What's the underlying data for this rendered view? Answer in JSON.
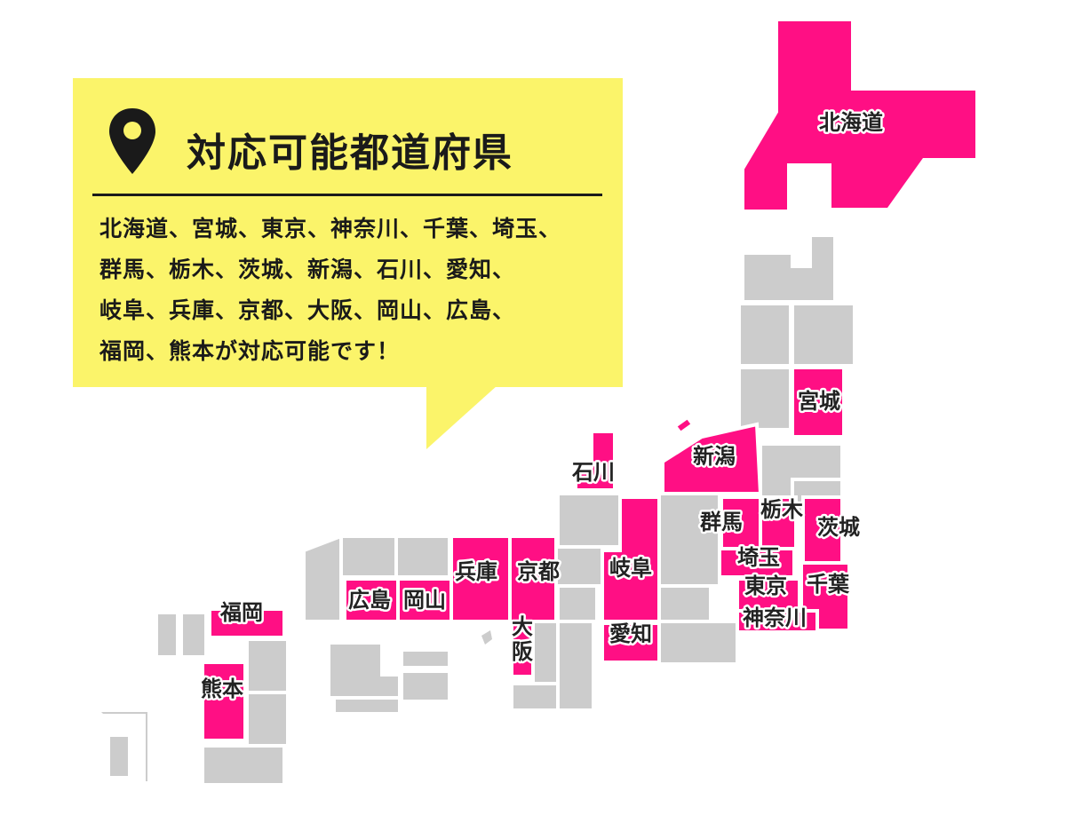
{
  "colors": {
    "highlight": "#ff0f84",
    "inactive": "#cccccc",
    "bubble": "#fbf46a",
    "text": "#1a1a1a",
    "label_outline": "#ffffff"
  },
  "callout": {
    "icon": "map-pin-icon",
    "title": "対応可能都道府県",
    "lines": [
      "北海道、宮城、東京、神奈川、千葉、埼玉、",
      "群馬、栃木、茨城、新潟、石川、愛知、",
      "岐阜、兵庫、京都、大阪、岡山、広島、",
      "福岡、熊本が対応可能です！"
    ]
  },
  "prefectures": [
    {
      "name": "北海道",
      "active": true
    },
    {
      "name": "宮城",
      "active": true
    },
    {
      "name": "新潟",
      "active": true
    },
    {
      "name": "石川",
      "active": true
    },
    {
      "name": "栃木",
      "active": true
    },
    {
      "name": "群馬",
      "active": true
    },
    {
      "name": "茨城",
      "active": true
    },
    {
      "name": "埼玉",
      "active": true
    },
    {
      "name": "東京",
      "active": true
    },
    {
      "name": "千葉",
      "active": true
    },
    {
      "name": "神奈川",
      "active": true
    },
    {
      "name": "岐阜",
      "active": true
    },
    {
      "name": "愛知",
      "active": true
    },
    {
      "name": "京都",
      "active": true
    },
    {
      "name": "兵庫",
      "active": true
    },
    {
      "name": "大阪",
      "active": true
    },
    {
      "name": "岡山",
      "active": true
    },
    {
      "name": "広島",
      "active": true
    },
    {
      "name": "福岡",
      "active": true
    },
    {
      "name": "熊本",
      "active": true
    }
  ]
}
